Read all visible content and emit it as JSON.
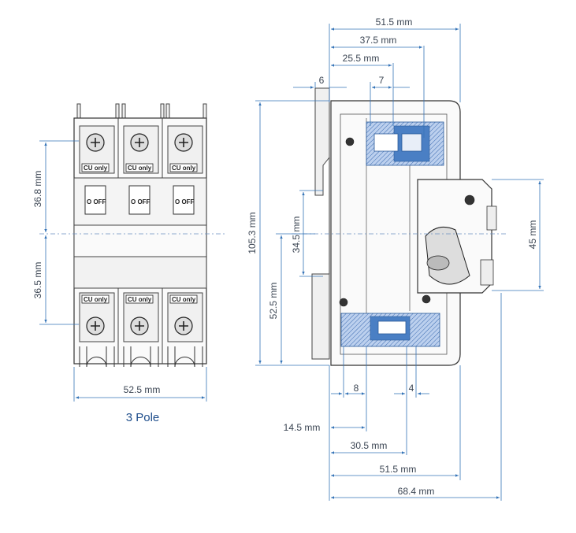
{
  "front_view": {
    "pole_labels": [
      "CU only",
      "CU only",
      "CU only"
    ],
    "bottom_labels": [
      "CU only",
      "CU only",
      "CU only"
    ],
    "off_labels": [
      "O OFF",
      "O OFF",
      "O OFF"
    ],
    "dims": {
      "top_height": "36.8 mm",
      "bottom_height": "36.5 mm",
      "width": "52.5 mm"
    },
    "caption": "3 Pole"
  },
  "side_view": {
    "top_dims": {
      "d1": "51.5 mm",
      "d2": "37.5 mm",
      "d3": "25.5 mm",
      "d4": "7",
      "d5": "6"
    },
    "left_dims": {
      "total": "105.3 mm",
      "rail": "52.5 mm",
      "window": "34.5 mm"
    },
    "right_dims": {
      "handle": "45 mm"
    },
    "bottom_dims": {
      "a": "8",
      "b": "4",
      "c": "14.5 mm",
      "d": "30.5 mm",
      "e": "51.5 mm",
      "f": "68.4 mm"
    }
  },
  "colors": {
    "dimension_line": "#3574b8",
    "caption": "#1f4e8c",
    "section_blue": "#4a7fc4"
  }
}
